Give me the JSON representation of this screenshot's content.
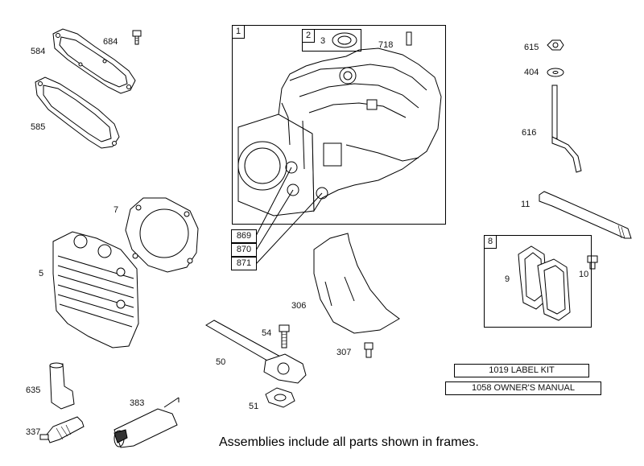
{
  "frames": {
    "frame_1": "1",
    "frame_2": "2",
    "frame_8": "8"
  },
  "part_labels": {
    "p584": "584",
    "p684": "684",
    "p585": "585",
    "p3": "3",
    "p718": "718",
    "p615": "615",
    "p404": "404",
    "p616": "616",
    "p7": "7",
    "p11": "11",
    "p5": "5",
    "p869": "869",
    "p870": "870",
    "p871": "871",
    "p9": "9",
    "p10": "10",
    "p306": "306",
    "p54": "54",
    "p307": "307",
    "p50": "50",
    "p51": "51",
    "p635": "635",
    "p383": "383",
    "p337": "337"
  },
  "kits": {
    "label_kit": "1019 LABEL KIT",
    "owners_manual": "1058 OWNER'S MANUAL"
  },
  "footer_note": "Assemblies include all parts shown in frames."
}
